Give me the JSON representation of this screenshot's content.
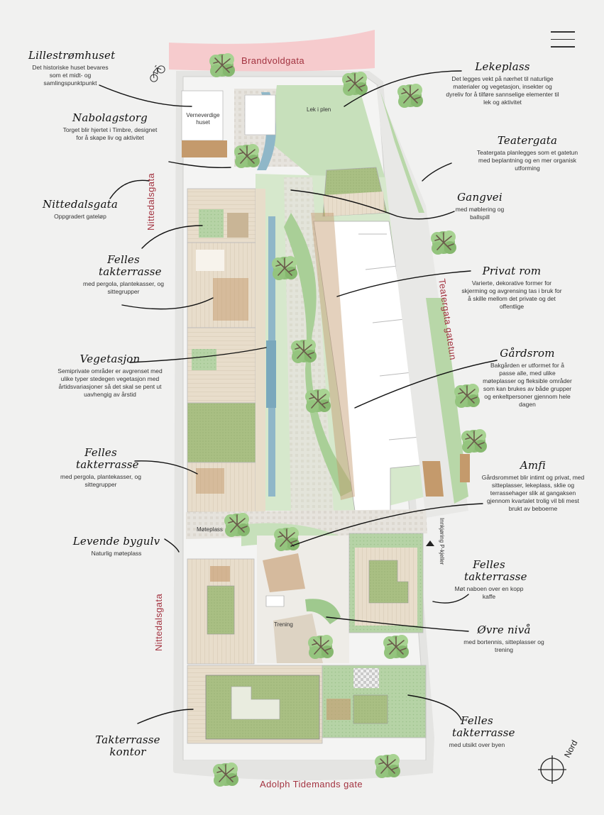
{
  "streets": {
    "brandvoldgata": "Brandvoldgata",
    "nittedalsgata_top": "Nittedalsgata",
    "nittedalsgata_bottom": "Nittedalsgata",
    "teatergata_gatetun": "Teatergata gatetun",
    "adolph": "Adolph Tidemands gate",
    "innkjoring": "Innkjøring P-kjeller"
  },
  "places": {
    "verneverdige": "Verneverdige huset",
    "lek_i_plen": "Lek i plen",
    "moteplass": "Møteplass",
    "trening": "Trening"
  },
  "annotations": {
    "lillestromhuset": {
      "title": "Lillestrømhuset",
      "desc": "Det historiske huset bevares som et midt- og samlingspunktpunkt"
    },
    "nabolagstorg": {
      "title": "Nabolagstorg",
      "desc": "Torget blir hjertet i Timbre, designet for å skape liv og aktivitet"
    },
    "nittedalsgata": {
      "title": "Nittedalsgata",
      "desc": "Oppgradert gateløp"
    },
    "felles1": {
      "title": "Felles takterrasse",
      "desc": "med pergola, plantekasser, og sittegrupper"
    },
    "vegetasjon": {
      "title": "Vegetasjon",
      "desc": "Semiprivate områder er avgrenset med ulike typer stedegen vegetasjon med årtidsvariasjoner så det skal se pent ut uavhengig av årstid"
    },
    "felles2": {
      "title": "Felles takterrasse",
      "desc": "med pergola, plantekasser, og sittegrupper"
    },
    "levende": {
      "title": "Levende bygulv",
      "desc": "Naturlig møteplass"
    },
    "takterrasse_kontor": {
      "title": "Takterrasse kontor",
      "desc": ""
    },
    "lekeplass": {
      "title": "Lekeplass",
      "desc": "Det legges vekt på nærhet til naturlige materialer og vegetasjon, insekter og dyreliv for å tilføre sannselige elementer til lek og aktivitet"
    },
    "teatergata": {
      "title": "Teatergata",
      "desc": "Teatergata planlegges som et gatetun med beplantning og en mer organisk utforming"
    },
    "gangvei": {
      "title": "Gangvei",
      "desc": "med møblering og ballspill"
    },
    "privat_rom": {
      "title": "Privat rom",
      "desc": "Varierte, dekorative former for skjerming og avgrensing tas i bruk for å skille mellom det private og det offentlige"
    },
    "gardsrom": {
      "title": "Gårdsrom",
      "desc": "Bakgården er utformet for å passe alle, med ulike møteplasser og fleksible områder som kan brukes av både grupper og enkeltpersoner gjennom hele dagen"
    },
    "amfi": {
      "title": "Amfi",
      "desc": "Gårdsrommet blir intimt og privat, med sitteplasser, lekeplass, sklie og terrassehager slik at gangaksen gjennom kvartalet trolig vil bli mest brukt av beboerne"
    },
    "felles3": {
      "title": "Felles takterrasse",
      "desc": "Møt naboen over en kopp kaffe"
    },
    "ovre_niva": {
      "title": "Øvre nivå",
      "desc": "med bortennis, sitteplasser og trening"
    },
    "felles4": {
      "title": "Felles takterrasse",
      "desc": "med utsikt over byen"
    }
  },
  "compass": {
    "label": "Nord"
  },
  "icons": {
    "menu": "hamburger-menu-icon",
    "compass": "compass-icon",
    "tree": "tree-icon",
    "bicycle": "bicycle-icon"
  },
  "colors": {
    "street_red": "#a33340",
    "pink_street": "#f6cbcd",
    "green": "#9fc98e",
    "light_green": "#d8ead0",
    "water": "#8fb7c8",
    "deck": "#e4d8c5",
    "wood": "#c49a6c"
  }
}
